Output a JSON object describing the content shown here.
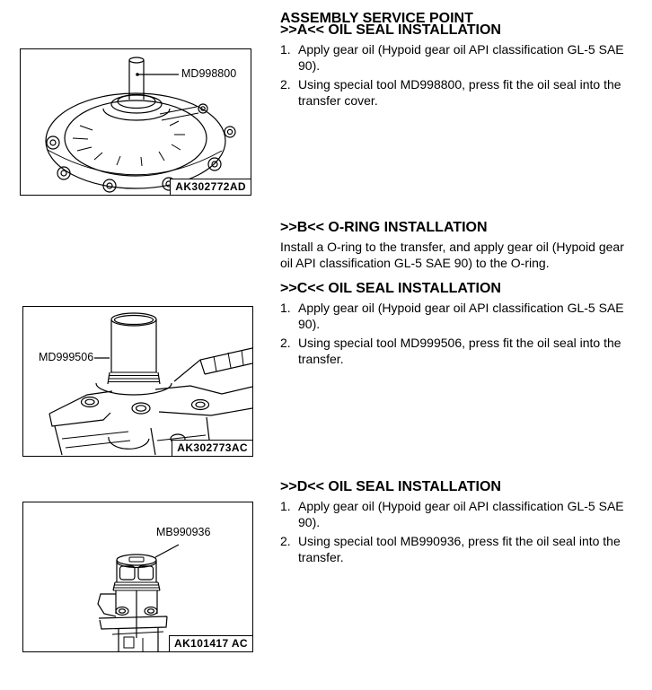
{
  "title": "ASSEMBLY SERVICE POINT",
  "sections": [
    {
      "letter": "A",
      "heading": ">>A<< OIL SEAL INSTALLATION",
      "steps": [
        {
          "num": "1.",
          "text": "Apply gear oil (Hypoid gear oil API classification GL-5 SAE 90)."
        },
        {
          "num": "2.",
          "text": "Using special tool MD998800, press fit the oil seal into the transfer cover."
        }
      ]
    },
    {
      "letter": "B",
      "heading": ">>B<< O-RING INSTALLATION",
      "paragraph": "Install a O-ring to the transfer, and apply gear oil (Hypoid gear oil API classification GL-5 SAE 90) to the O-ring."
    },
    {
      "letter": "C",
      "heading": ">>C<< OIL SEAL INSTALLATION",
      "steps": [
        {
          "num": "1.",
          "text": "Apply gear oil (Hypoid gear oil API classification GL-5 SAE 90)."
        },
        {
          "num": "2.",
          "text": "Using special tool MD999506, press fit the oil seal into the transfer."
        }
      ]
    },
    {
      "letter": "D",
      "heading": ">>D<< OIL SEAL INSTALLATION",
      "steps": [
        {
          "num": "1.",
          "text": "Apply gear oil (Hypoid gear oil API classification GL-5 SAE 90)."
        },
        {
          "num": "2.",
          "text": "Using special tool MB990936, press fit the oil seal into the transfer."
        }
      ]
    }
  ],
  "figures": [
    {
      "tool_label": "MD998800",
      "code": "AK302772AD"
    },
    {
      "tool_label": "MD999506",
      "code": "AK302773AC"
    },
    {
      "tool_label": "MB990936",
      "code": "AK101417 AC"
    }
  ],
  "colors": {
    "ink": "#000000",
    "paper": "#ffffff"
  }
}
